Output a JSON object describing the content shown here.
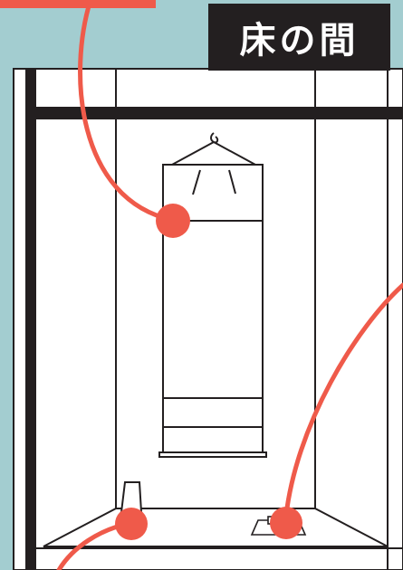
{
  "title": "床の間",
  "colors": {
    "background": "#a3cdd0",
    "title_box": "#231f20",
    "title_text": "#ffffff",
    "line_art": "#231f20",
    "paper": "#ffffff",
    "marker": "#ef5a4a"
  },
  "items": [
    {
      "name": "hanging-scroll"
    },
    {
      "name": "flower-vase"
    },
    {
      "name": "incense-burner"
    }
  ]
}
